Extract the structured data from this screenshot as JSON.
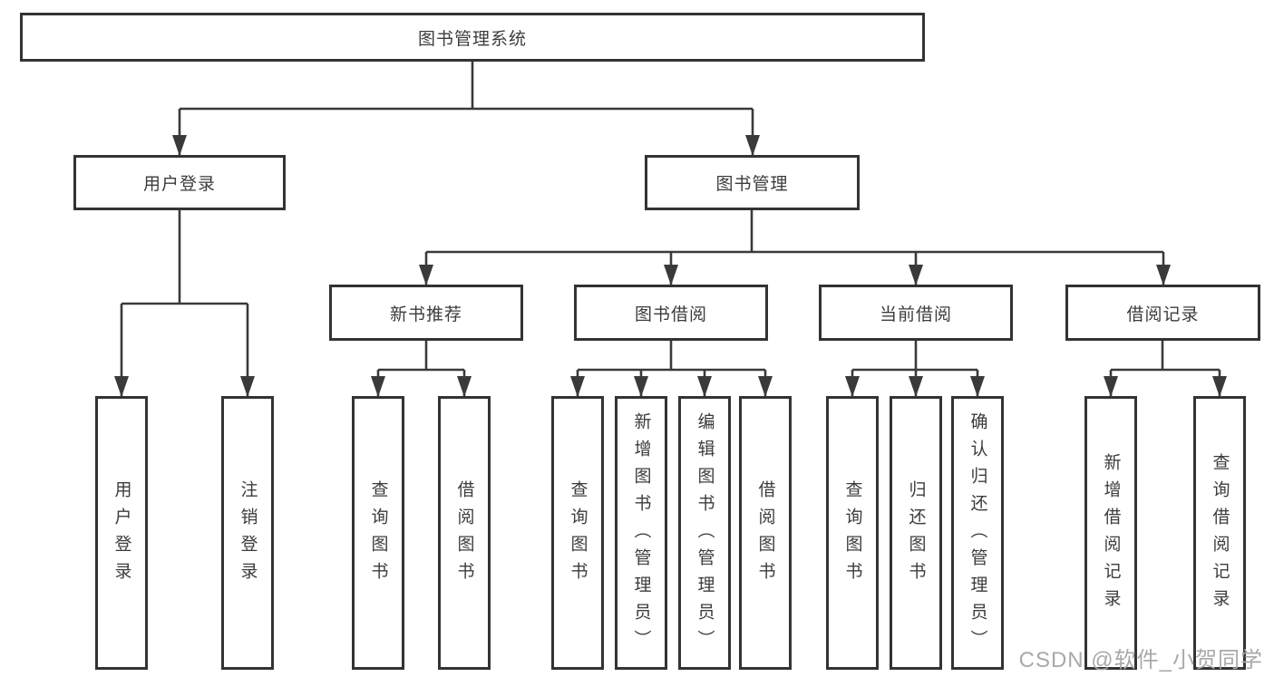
{
  "colors": {
    "box_border": "#333333",
    "connector_line": "#3a3a3a",
    "text": "#3c3c3c",
    "watermark_text": "#a9a9a9",
    "background": "#ffffff"
  },
  "watermark": {
    "text": "CSDN @软件_小贺同学"
  },
  "nodes": {
    "root": {
      "label": "图书管理系统"
    },
    "user_login": {
      "label": "用户登录",
      "children": [
        "用户登录",
        "注销登录"
      ]
    },
    "book_management": {
      "label": "图书管理"
    },
    "new_book_recommend": {
      "label": "新书推荐",
      "children": [
        "查询图书",
        "借阅图书"
      ]
    },
    "book_borrowing": {
      "label": "图书借阅",
      "children": [
        "查询图书",
        "新增图书（管理员）",
        "编辑图书（管理员）",
        "借阅图书"
      ]
    },
    "current_borrowing": {
      "label": "当前借阅",
      "children": [
        "查询图书",
        "归还图书",
        "确认归还（管理员）"
      ]
    },
    "borrowing_records": {
      "label": "借阅记录",
      "children": [
        "新增借阅记录",
        "查询借阅记录"
      ]
    }
  }
}
